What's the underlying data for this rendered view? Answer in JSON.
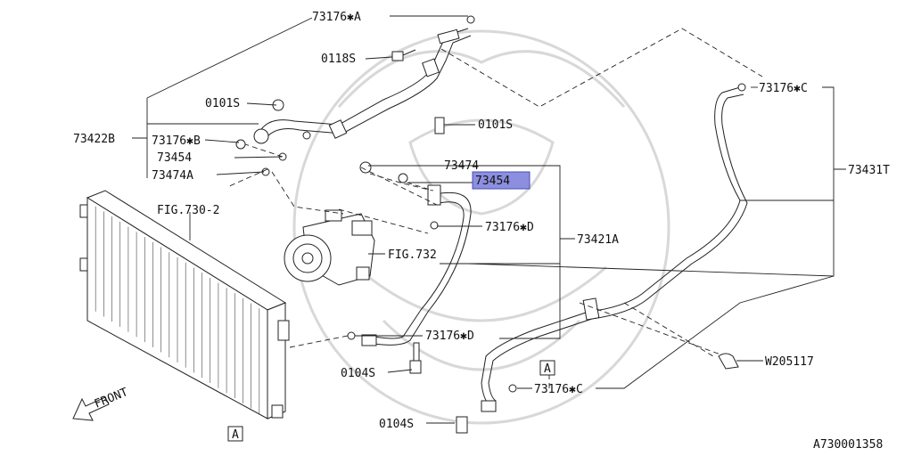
{
  "labels": {
    "top_a": "73176✱A",
    "bolt_0118s": "0118S",
    "bolt_0101s_left": "0101S",
    "group_73422b": "73422B",
    "b_73176b": "73176✱B",
    "b_73454": "73454",
    "b_73474a": "73474A",
    "bolt_0101s_mid": "0101S",
    "m_73474": "73474",
    "m_73454": "73454",
    "m_73176d_upper": "73176✱D",
    "group_73421a": "73421A",
    "fig_732": "FIG.732",
    "fig_730_2": "FIG.730-2",
    "m_73176d_lower": "73176✱D",
    "bolt_0104s_mid": "0104S",
    "r_73176c_top": "73176✱C",
    "group_73431t": "73431T",
    "w205117": "W205117",
    "r_73176c_bottom": "73176✱C",
    "bolt_0104s_bottom": "0104S",
    "front": "FRONT",
    "ref_a_left": "A",
    "ref_a_right": "A",
    "diagram_id": "A730001358"
  },
  "colors": {
    "highlight": "#8c8fdf",
    "line": "#222222",
    "watermark": "#d8d8d8"
  }
}
